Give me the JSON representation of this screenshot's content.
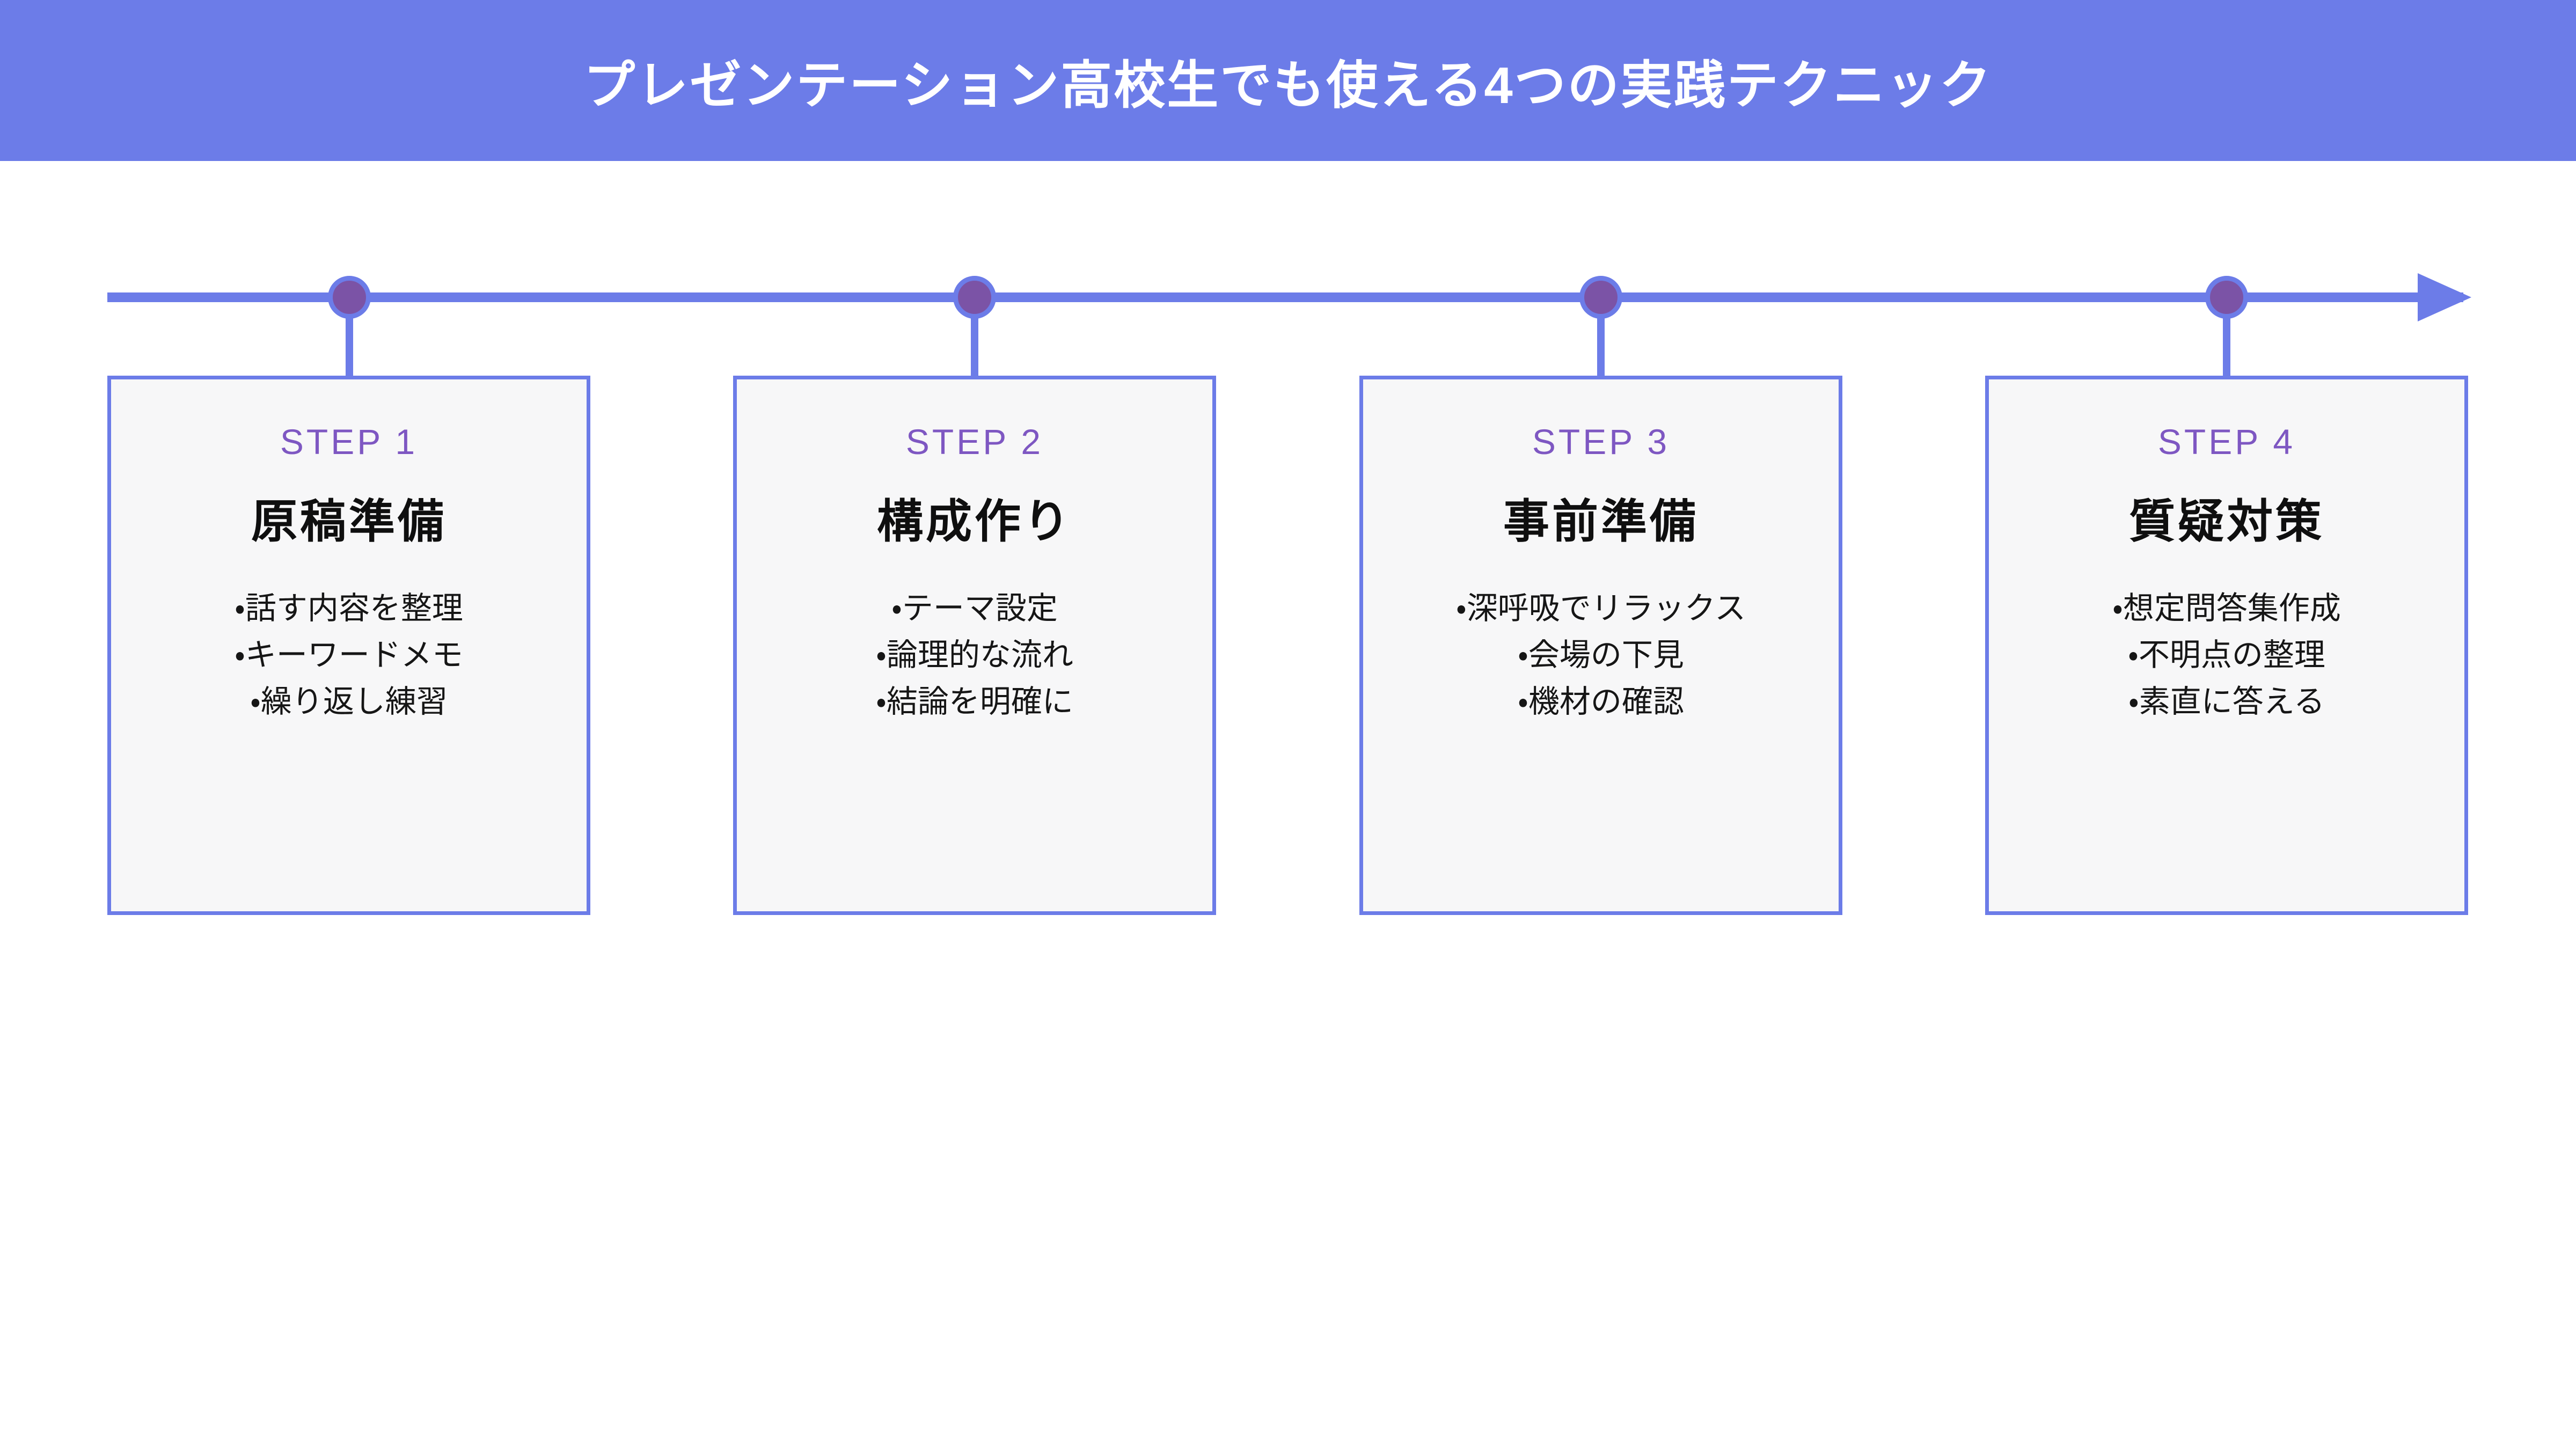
{
  "page_title": "プレゼンテーション高校生でも使える4つの実践テクニック",
  "colors": {
    "banner_bg": "#6c7ce8",
    "banner_text": "#ffffff",
    "timeline": "#6c7ce8",
    "marker_fill": "#7b53a6",
    "marker_ring": "#6c7ce8",
    "step_label": "#7e57c2",
    "card_bg": "#f7f7f8",
    "card_border": "#6c7ce8",
    "body_text": "#161616"
  },
  "steps": [
    {
      "label": "STEP 1",
      "title": "原稿準備",
      "items": [
        "・話す内容を整理",
        "・キーワードメモ",
        "・繰り返し練習"
      ]
    },
    {
      "label": "STEP 2",
      "title": "構成作り",
      "items": [
        "・テーマ設定",
        "・論理的な流れ",
        "・結論を明確に"
      ]
    },
    {
      "label": "STEP 3",
      "title": "事前準備",
      "items": [
        "・深呼吸でリラックス",
        "・会場の下見",
        "・機材の確認"
      ]
    },
    {
      "label": "STEP 4",
      "title": "質疑対策",
      "items": [
        "・想定問答集作成",
        "・不明点の整理",
        "・素直に答える"
      ]
    }
  ]
}
